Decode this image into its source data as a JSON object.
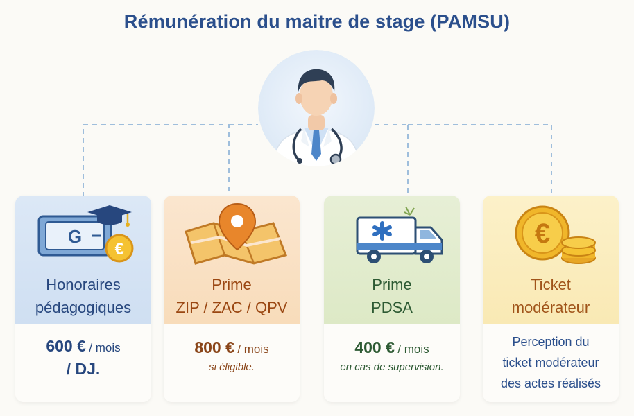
{
  "title": "Rémunération du maitre de stage (PAMSU)",
  "colors": {
    "title": "#2b4f8c",
    "card_honoraires": "#dce8f6",
    "card_zip": "#fbe6cf",
    "card_pdsa": "#e7efd6",
    "card_ticket": "#fcf1c9",
    "connector": "#9fbedc"
  },
  "center_icon": "doctor-avatar-icon",
  "cards": [
    {
      "icon": "banknote-graduation-cap-euro-icon",
      "heading_line1": "Honoraires",
      "heading_line2": "pédagogiques",
      "amount": "600 €",
      "unit": "/ mois",
      "line2": "/ DJ."
    },
    {
      "icon": "map-pin-icon",
      "heading_line1": "Prime",
      "heading_line2": "ZIP / ZAC / QPV",
      "amount": "800 €",
      "unit": "/ mois",
      "condition": "si éligible."
    },
    {
      "icon": "ambulance-icon",
      "heading_line1": "Prime",
      "heading_line2": "PDSA",
      "amount": "400 €",
      "unit": "/ mois",
      "condition": "en cas de supervision."
    },
    {
      "icon": "euro-coins-icon",
      "heading_line1": "Ticket",
      "heading_line2": "modérateur",
      "desc_line1": "Perception du",
      "desc_line2": "ticket modérateur",
      "desc_line3": "des actes réalisés"
    }
  ]
}
